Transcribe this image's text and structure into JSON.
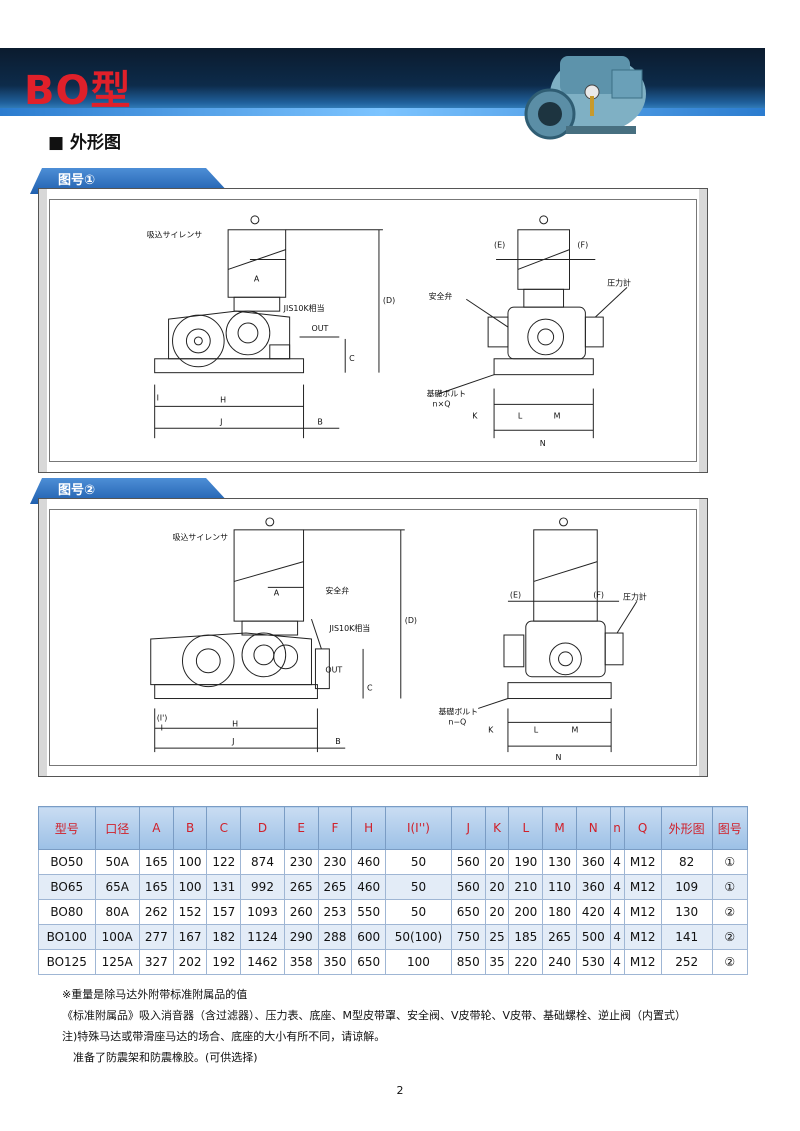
{
  "header": {
    "title": "BO型"
  },
  "section": {
    "title": "■ 外形图"
  },
  "figures": [
    {
      "tab": "图号①",
      "labels": {
        "silencer": "吸込サイレンサ",
        "a": "A",
        "jis": "JIS10K相当",
        "out": "OUT",
        "d": "(D)",
        "c": "C",
        "i": "I",
        "h": "H",
        "j": "J",
        "b": "B",
        "e": "(E)",
        "f": "(F)",
        "safety": "安全弁",
        "gauge": "圧力計",
        "bolt": "基礎ボルト",
        "nq": "n×Q",
        "k": "K",
        "l": "L",
        "m": "M",
        "n": "N"
      }
    },
    {
      "tab": "图号②",
      "labels": {
        "silencer": "吸込サイレンサ",
        "a": "A",
        "safety": "安全弁",
        "jis": "JIS10K相当",
        "out": "OUT",
        "d": "(D)",
        "c": "C",
        "i1": "(I')",
        "i": "I",
        "h": "H",
        "j": "J",
        "b": "B",
        "e": "(E)",
        "f": "(F)",
        "gauge": "圧力計",
        "bolt": "基礎ボルト",
        "nq": "n−Q",
        "k": "K",
        "l": "L",
        "m": "M",
        "n": "N"
      }
    }
  ],
  "table": {
    "headers": [
      "型号",
      "口径",
      "A",
      "B",
      "C",
      "D",
      "E",
      "F",
      "H",
      "I(I'')",
      "J",
      "K",
      "L",
      "M",
      "N",
      "n",
      "Q",
      "外形图",
      "图号"
    ],
    "rows": [
      [
        "BO50",
        "50A",
        "165",
        "100",
        "122",
        "874",
        "230",
        "230",
        "460",
        "50",
        "560",
        "20",
        "190",
        "130",
        "360",
        "4",
        "M12",
        "82",
        "①"
      ],
      [
        "BO65",
        "65A",
        "165",
        "100",
        "131",
        "992",
        "265",
        "265",
        "460",
        "50",
        "560",
        "20",
        "210",
        "110",
        "360",
        "4",
        "M12",
        "109",
        "①"
      ],
      [
        "BO80",
        "80A",
        "262",
        "152",
        "157",
        "1093",
        "260",
        "253",
        "550",
        "50",
        "650",
        "20",
        "200",
        "180",
        "420",
        "4",
        "M12",
        "130",
        "②"
      ],
      [
        "BO100",
        "100A",
        "277",
        "167",
        "182",
        "1124",
        "290",
        "288",
        "600",
        "50(100)",
        "750",
        "25",
        "185",
        "265",
        "500",
        "4",
        "M12",
        "141",
        "②"
      ],
      [
        "BO125",
        "125A",
        "327",
        "202",
        "192",
        "1462",
        "358",
        "350",
        "650",
        "100",
        "850",
        "35",
        "220",
        "240",
        "530",
        "4",
        "M12",
        "252",
        "②"
      ]
    ]
  },
  "notes": [
    "※重量是除马达外附带标准附属品的值",
    "《标准附属品》吸入消音器（含过滤器）、压力表、底座、M型皮带罩、安全阀、V皮带轮、V皮带、基础螺栓、逆止阀（内置式）",
    "注)特殊马达或带滑座马达的场合、底座的大小有所不同，请谅解。",
    "　准备了防震架和防震橡胶。(可供选择)"
  ],
  "page_number": "2",
  "colors": {
    "title_red": "#e0202a",
    "banner_navy": "#0d2b4a",
    "tab_blue": "#2a6cc0",
    "header_text_red": "#d0202a"
  }
}
